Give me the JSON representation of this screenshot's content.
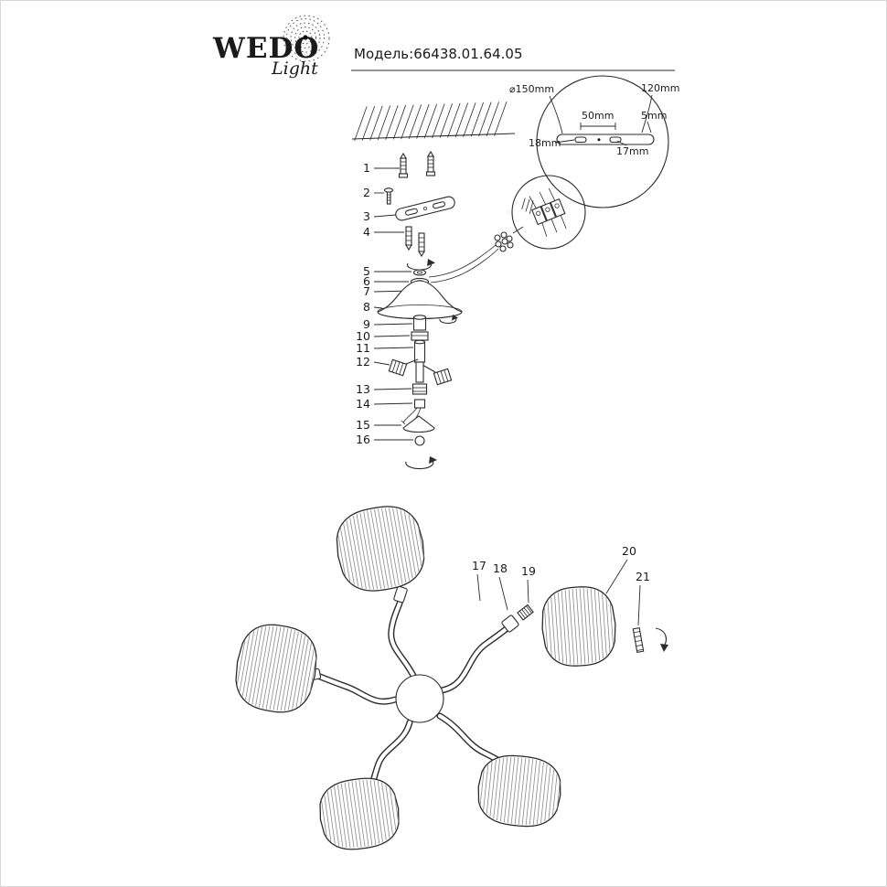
{
  "header": {
    "brand_main": "WEDO",
    "brand_sub": "Light",
    "model": "Модель:66438.01.64.05"
  },
  "mount_detail": {
    "diameter": "⌀150mm",
    "width": "120mm",
    "slot_spacing": "50mm",
    "edge_offset": "5mm",
    "left_hole": "18mm",
    "right_hole": "17mm"
  },
  "parts": [
    "1",
    "2",
    "3",
    "4",
    "5",
    "6",
    "7",
    "8",
    "9",
    "10",
    "11",
    "12",
    "13",
    "14",
    "15",
    "16",
    "17",
    "18",
    "19",
    "20",
    "21"
  ]
}
